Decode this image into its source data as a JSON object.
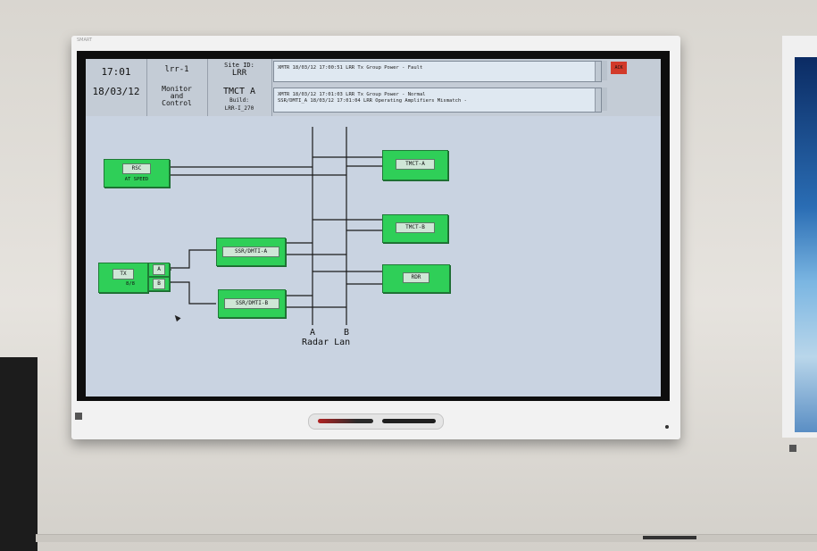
{
  "monitor": {
    "brand": "SMART"
  },
  "header": {
    "time": "17:01",
    "date": "18/03/12",
    "site_code": "lrr-1",
    "role": [
      "Monitor",
      "and",
      "Control"
    ],
    "site_id_label": "Site ID:",
    "site_id": "LRR",
    "node": "TMCT A",
    "build_label": "Build:",
    "build": "LRR-I_270",
    "ack_label": "ACK"
  },
  "alarms": {
    "box1": [
      "XMTR     18/03/12 17:00:51 LRR Tx Group Power - Fault"
    ],
    "box2": [
      "XMTR     18/03/12 17:01:03 LRR Tx Group Power - Normal",
      "SSR/DMTI_A  18/03/12 17:01:04 LRR Operating Amplifiers Mismatch -"
    ]
  },
  "diagram": {
    "rsc": {
      "label": "RSC",
      "status": "AT SPEED"
    },
    "tx": {
      "label": "TX",
      "status": "8/8",
      "switch_a": "A",
      "switch_b": "B"
    },
    "ssr_a": "SSR/DMTI-A",
    "ssr_b": "SSR/DMTI-B",
    "tmct_a": "TMCT-A",
    "tmct_b": "TMCT-B",
    "rdr": "RDR",
    "bus_a": "A",
    "bus_b": "B",
    "bus_label": "Radar Lan"
  },
  "colors": {
    "block_green": "#2fcf58",
    "ack_red": "#d23a2a",
    "screen_bg": "#c9d3e1"
  }
}
